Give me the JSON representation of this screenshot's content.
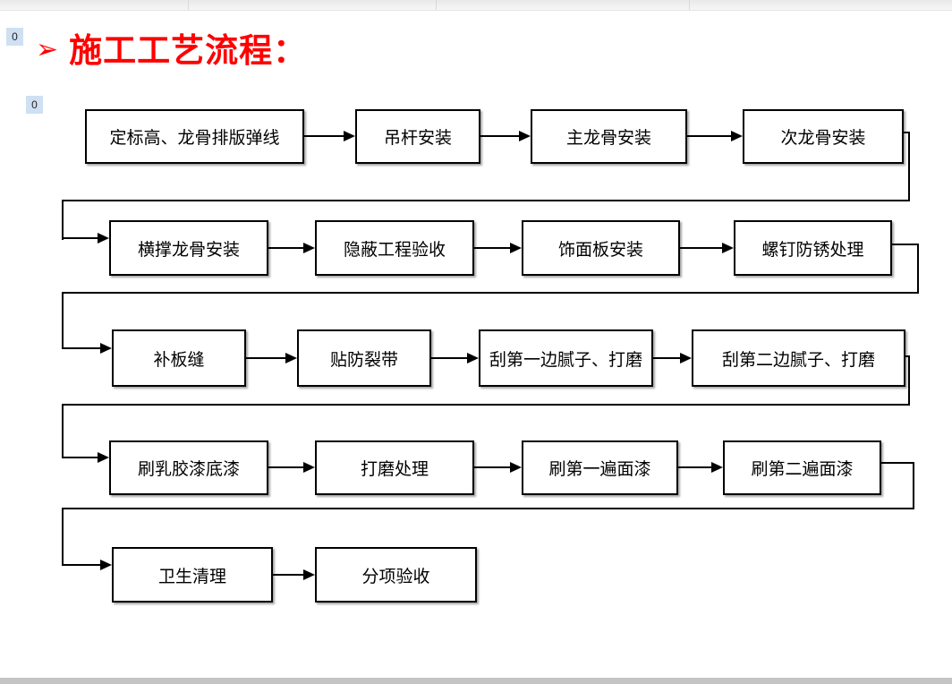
{
  "page": {
    "bullet": "➢",
    "title": "施工工艺流程："
  },
  "markers": {
    "first": "0",
    "second": "0"
  },
  "colors": {
    "title_red": "#ff0000",
    "box_border": "#000000",
    "marker_bg": "#cfe0f2",
    "topbar_gray": "#e8e8e8",
    "bottombar_gray": "#c4c4c4"
  },
  "flow": {
    "rows": [
      {
        "boxes": [
          {
            "label": "定标高、龙骨排版弹线"
          },
          {
            "label": "吊杆安装"
          },
          {
            "label": "主龙骨安装"
          },
          {
            "label": "次龙骨安装"
          }
        ]
      },
      {
        "boxes": [
          {
            "label": "横撑龙骨安装"
          },
          {
            "label": "隐蔽工程验收"
          },
          {
            "label": "饰面板安装"
          },
          {
            "label": "螺钉防锈处理"
          }
        ]
      },
      {
        "boxes": [
          {
            "label": "补板缝"
          },
          {
            "label": "贴防裂带"
          },
          {
            "label": "刮第一边腻子、打磨"
          },
          {
            "label": "刮第二边腻子、打磨"
          }
        ]
      },
      {
        "boxes": [
          {
            "label": "刷乳胶漆底漆"
          },
          {
            "label": "打磨处理"
          },
          {
            "label": "刷第一遍面漆"
          },
          {
            "label": "刷第二遍面漆"
          }
        ]
      },
      {
        "boxes": [
          {
            "label": "卫生清理"
          },
          {
            "label": "分项验收"
          }
        ]
      }
    ]
  }
}
